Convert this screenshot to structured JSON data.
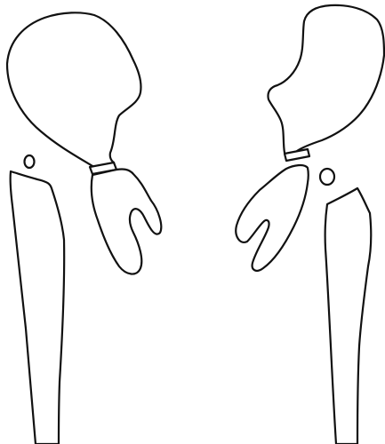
{
  "figure": {
    "description_free": true,
    "line_color": "#111111",
    "background_color": "#ffffff",
    "parts": [
      "left-ilium",
      "left-femoral-head",
      "left-acetabular-ring",
      "left-femur-shaft",
      "left-trochanter-ossicle",
      "right-ilium",
      "right-femoral-head",
      "right-acetabular-ring",
      "right-femur-shaft",
      "right-trochanter-ossicle"
    ]
  }
}
